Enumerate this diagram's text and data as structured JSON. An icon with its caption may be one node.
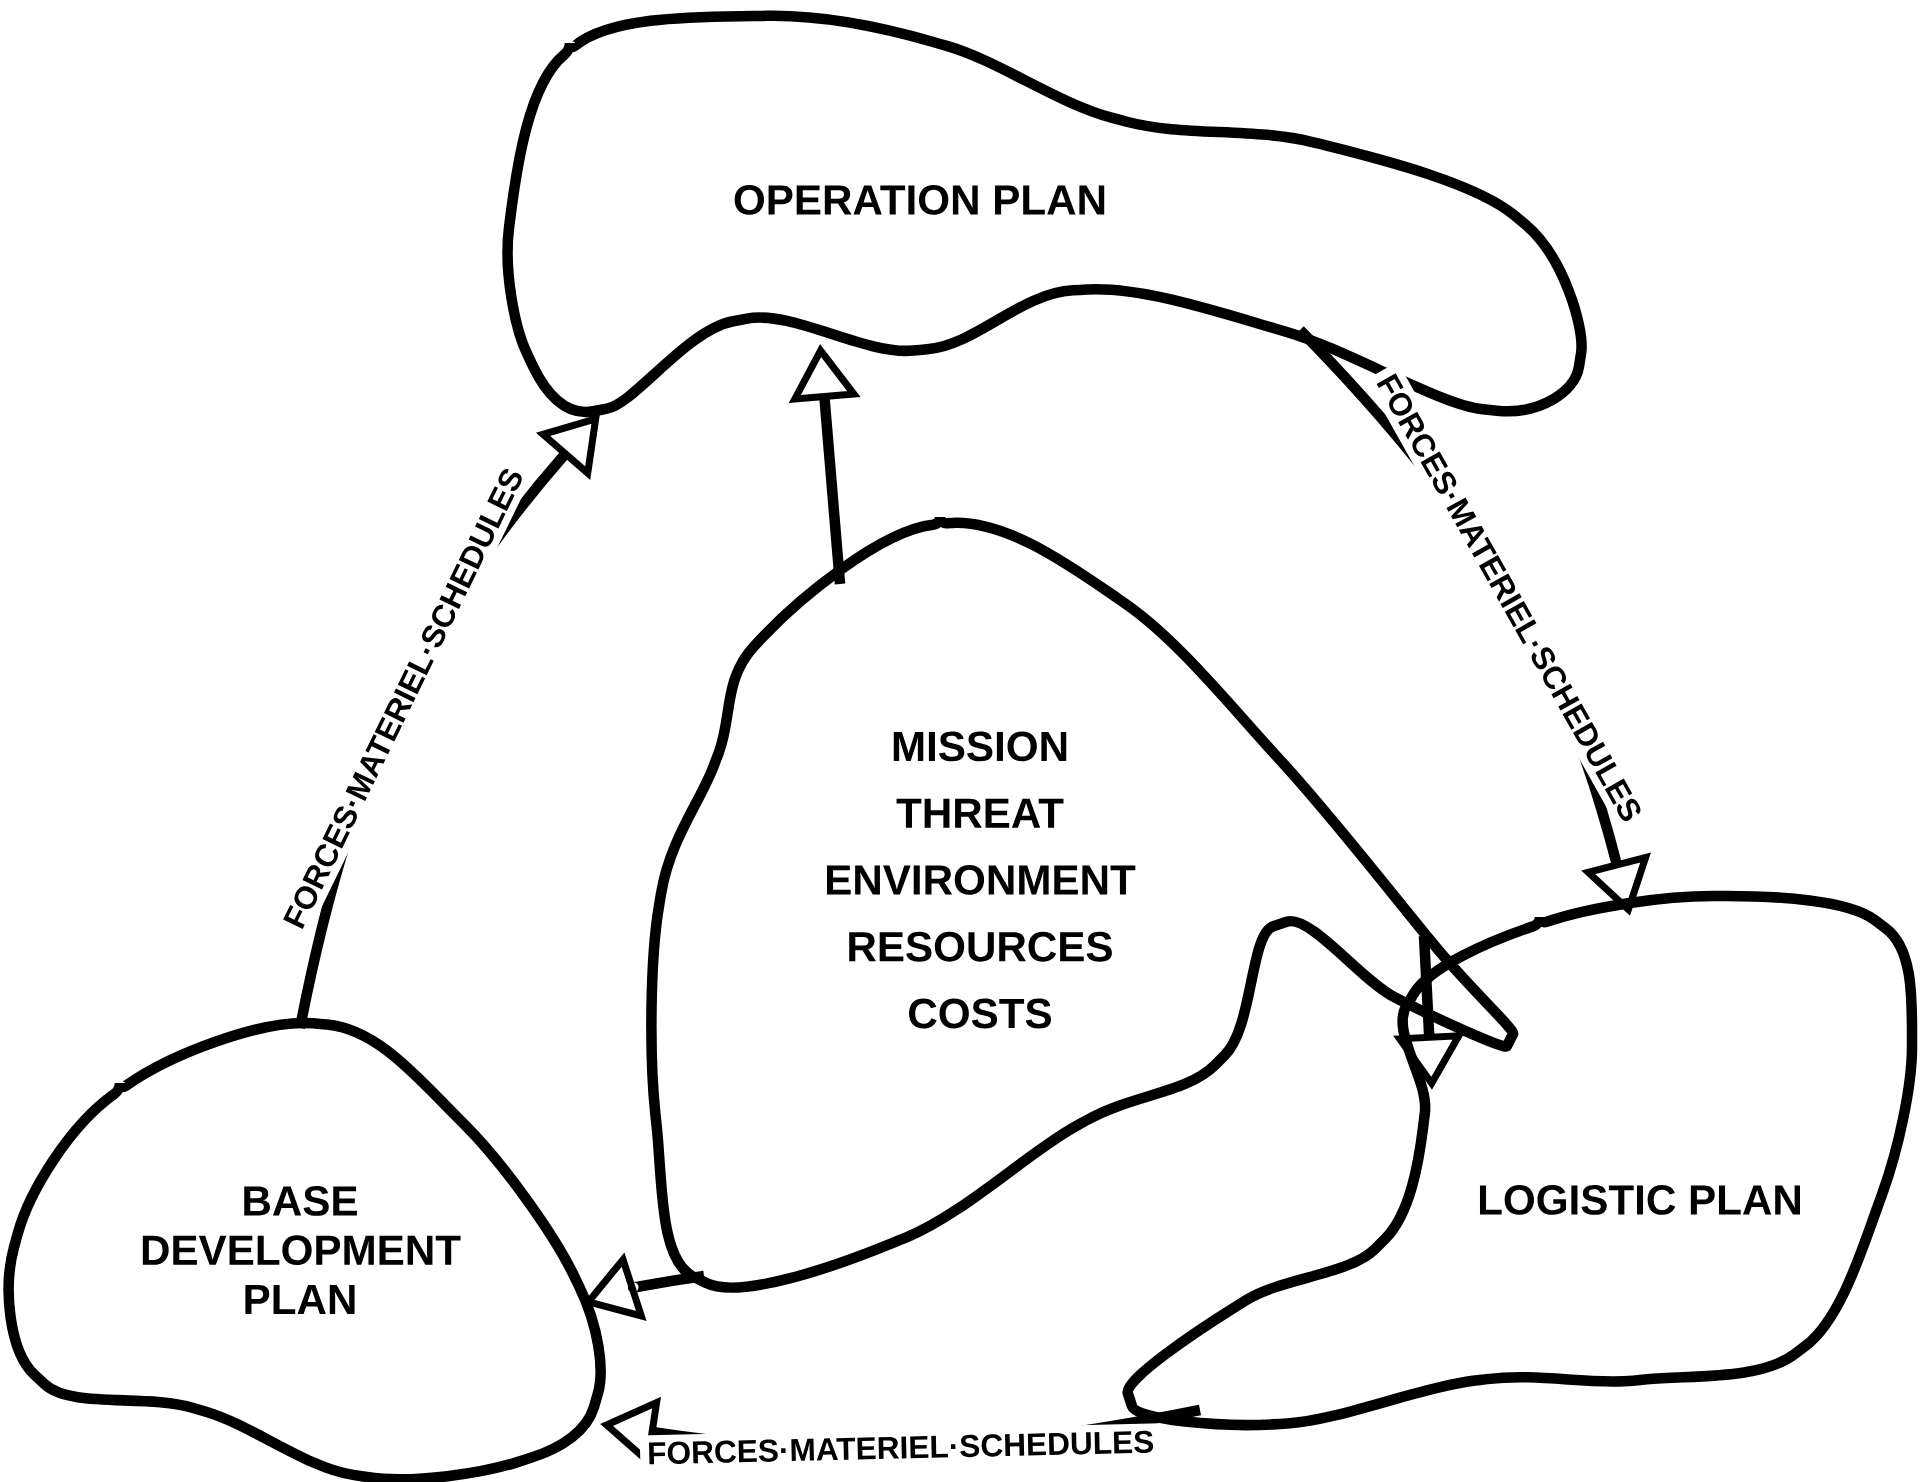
{
  "diagram": {
    "nodes": [
      {
        "text": [
          "OPERATION PLAN"
        ]
      },
      {
        "text": [
          "LOGISTIC PLAN"
        ]
      },
      {
        "text": [
          "BASE DEVELOPMENT PLAN"
        ]
      },
      {
        "text": [
          "MISSION",
          "THREAT",
          "ENVIRONMENT",
          "RESOURCES",
          "COSTS"
        ]
      }
    ],
    "edges": [
      {
        "from": 0,
        "to": 1,
        "arrow": "to",
        "label": "FORCES·MATERIEL·SCHEDULES"
      },
      {
        "from": 1,
        "to": 2,
        "arrow": "to",
        "label": "FORCES·MATERIEL·SCHEDULES"
      },
      {
        "from": 2,
        "to": 0,
        "arrow": "to",
        "label": "FORCES·MATERIEL·SCHEDULES"
      },
      {
        "from": 3,
        "to": 0,
        "arrow": "to"
      },
      {
        "from": 3,
        "to": 1,
        "arrow": "to"
      },
      {
        "from": 3,
        "to": 2,
        "arrow": "to"
      }
    ]
  }
}
